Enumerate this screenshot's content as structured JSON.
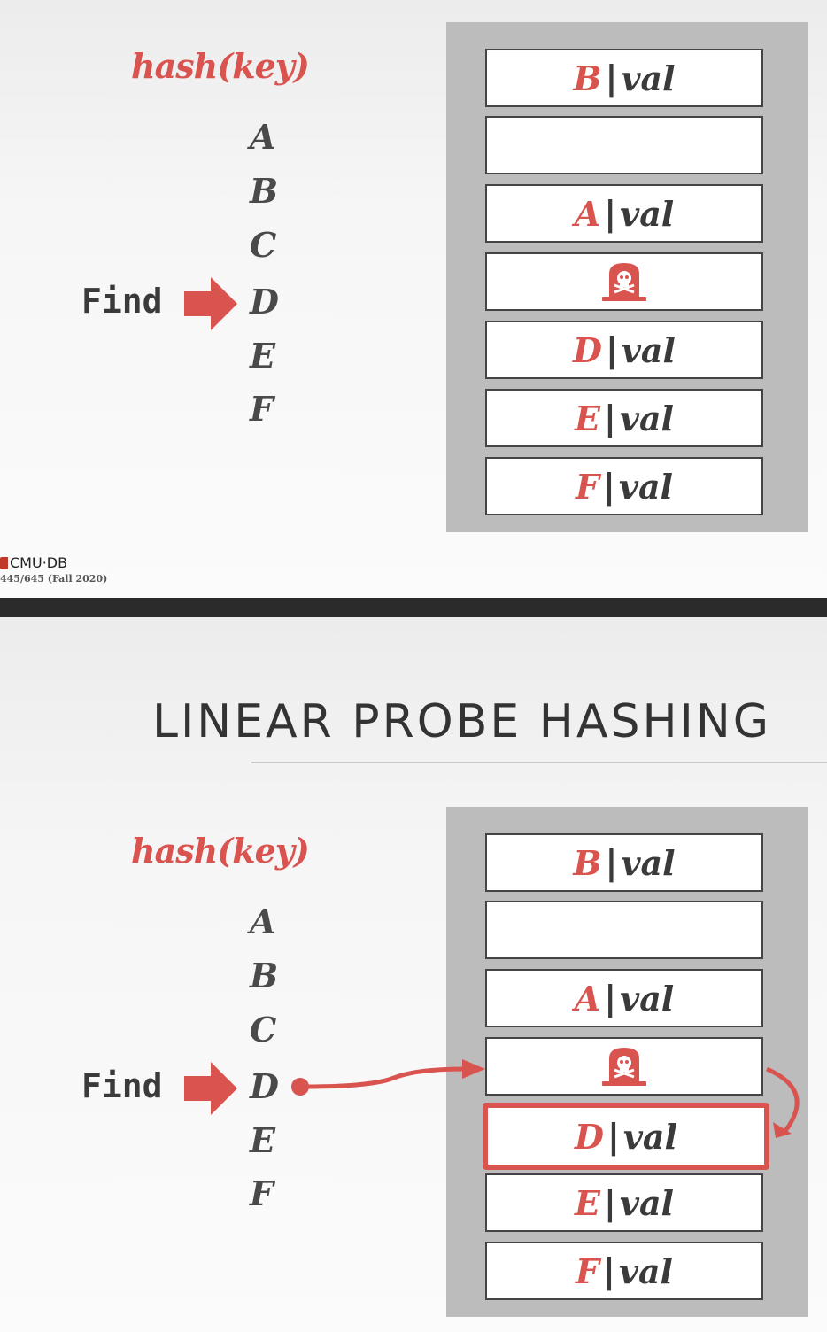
{
  "top_slide": {
    "hash_label": "hash(key)",
    "keys": [
      "A",
      "B",
      "C",
      "D",
      "E",
      "F"
    ],
    "find_label": "Find",
    "slots": [
      {
        "key": "B",
        "val": "val",
        "type": "entry"
      },
      {
        "key": "",
        "val": "",
        "type": "empty"
      },
      {
        "key": "A",
        "val": "val",
        "type": "entry"
      },
      {
        "key": "",
        "val": "",
        "type": "tombstone"
      },
      {
        "key": "D",
        "val": "val",
        "type": "entry"
      },
      {
        "key": "E",
        "val": "val",
        "type": "entry"
      },
      {
        "key": "F",
        "val": "val",
        "type": "entry"
      }
    ]
  },
  "footer": {
    "logo_text": "CMU·DB",
    "course": "445/645 (Fall 2020)"
  },
  "bottom_slide": {
    "title": "LINEAR PROBE HASHING",
    "hash_label": "hash(key)",
    "keys": [
      "A",
      "B",
      "C",
      "D",
      "E",
      "F"
    ],
    "find_label": "Find",
    "slots": [
      {
        "key": "B",
        "val": "val",
        "type": "entry"
      },
      {
        "key": "",
        "val": "",
        "type": "empty"
      },
      {
        "key": "A",
        "val": "val",
        "type": "entry"
      },
      {
        "key": "",
        "val": "",
        "type": "tombstone"
      },
      {
        "key": "D",
        "val": "val",
        "type": "entry",
        "highlight": true
      },
      {
        "key": "E",
        "val": "val",
        "type": "entry"
      },
      {
        "key": "F",
        "val": "val",
        "type": "entry"
      }
    ]
  },
  "colors": {
    "accent": "#d9534f",
    "text": "#3a3a3a",
    "table_bg": "#bcbcbc"
  },
  "icons": [
    "tombstone-skull-icon",
    "find-arrow-icon",
    "probe-arrow-icon"
  ]
}
